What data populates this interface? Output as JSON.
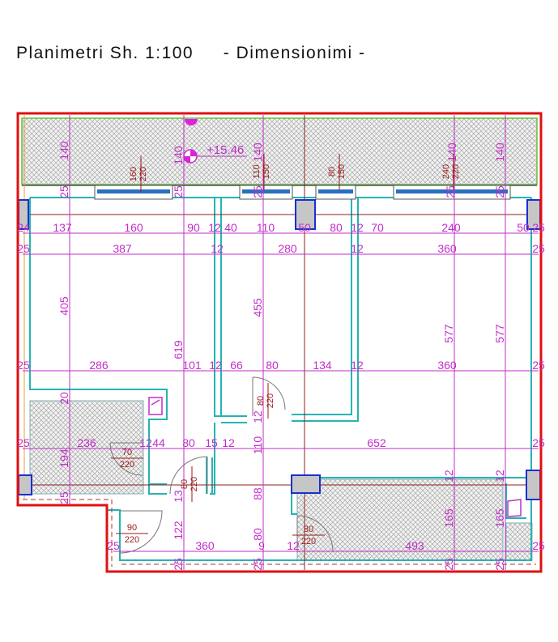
{
  "title": {
    "main": "Planimetri Sh. 1:100",
    "sub": "- Dimensionimi -"
  },
  "elevation": "+15.46",
  "colors": {
    "outline": "#e01010",
    "wall": "#27b3b3",
    "dimension": "#c22fc8",
    "window": "#2a6fc0",
    "column": "#1a2fd0"
  },
  "dims_horizontal": [
    "24",
    "137",
    "160",
    "90",
    "12",
    "40",
    "110",
    "50",
    "80",
    "12",
    "70",
    "240",
    "50",
    "25",
    "25",
    "387",
    "12",
    "280",
    "12",
    "360",
    "25",
    "25",
    "286",
    "101",
    "12",
    "66",
    "80",
    "134",
    "12",
    "360",
    "25",
    "25",
    "236",
    "12",
    "44",
    "80",
    "15",
    "12",
    "652",
    "25",
    "25",
    "360",
    "9",
    "12",
    "493",
    "25"
  ],
  "dims_vertical": [
    "140",
    "25",
    "140",
    "25",
    "140",
    "25",
    "140",
    "25",
    "140",
    "25",
    "405",
    "455",
    "619",
    "577",
    "577",
    "20",
    "194",
    "25",
    "12",
    "110",
    "88",
    "80",
    "13",
    "122",
    "25",
    "25",
    "12",
    "165",
    "25",
    "12",
    "165",
    "25"
  ],
  "windows": [
    {
      "w": "160",
      "h": "220"
    },
    {
      "w": "110",
      "h": "150"
    },
    {
      "w": "80",
      "h": "150"
    },
    {
      "w": "240",
      "h": "220"
    }
  ],
  "doors": [
    {
      "w": "80",
      "h": "220"
    },
    {
      "w": "70",
      "h": "220"
    },
    {
      "w": "80",
      "h": "220"
    },
    {
      "w": "90",
      "h": "220"
    },
    {
      "w": "80",
      "h": "220"
    }
  ]
}
